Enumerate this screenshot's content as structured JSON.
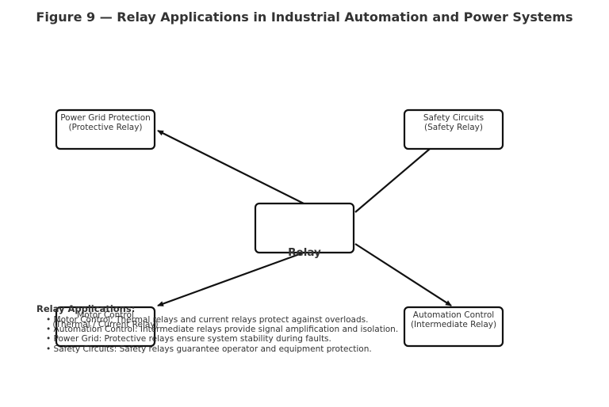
{
  "title": "Figure 9 — Relay Applications in Industrial Automation and Power Systems",
  "center": {
    "label": "Relay"
  },
  "nodes": {
    "power_grid": {
      "line1": "Power Grid Protection",
      "line2": "(Protective Relay)"
    },
    "safety": {
      "line1": "Safety Circuits",
      "line2": "(Safety Relay)"
    },
    "motor": {
      "line1": "Motor Control",
      "line2": "(Thermal / Current Relay)"
    },
    "automation": {
      "line1": "Automation Control",
      "line2": "(Intermediate Relay)"
    }
  },
  "notes": {
    "title": "Relay Applications:",
    "items": [
      "• Motor Control: Thermal relays and current relays protect against overloads.",
      "• Automation Control: Intermediate relays provide signal amplification and isolation.",
      "• Power Grid: Protective relays ensure system stability during faults.",
      "• Safety Circuits: Safety relays guarantee operator and equipment protection."
    ]
  },
  "colors": {
    "text": "#333333",
    "stroke": "#111111",
    "background": "#ffffff"
  }
}
